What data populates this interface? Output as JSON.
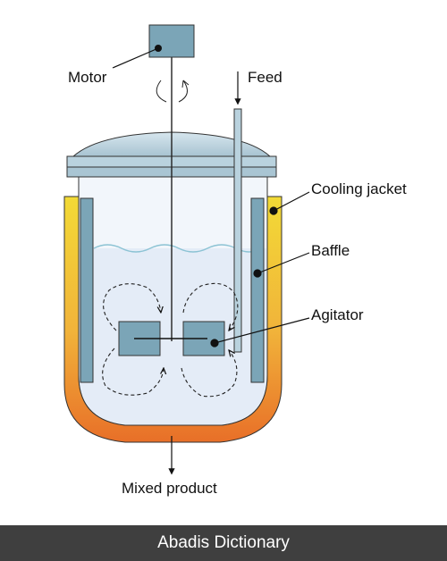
{
  "labels": {
    "motor": "Motor",
    "feed": "Feed",
    "cooling_jacket": "Cooling jacket",
    "baffle": "Baffle",
    "agitator": "Agitator",
    "mixed_product": "Mixed product"
  },
  "footer": {
    "text": "Abadis Dictionary"
  },
  "colors": {
    "jacket_top": "#f2da36",
    "jacket_bottom": "#e86f28",
    "steel": "#7ba5b7",
    "lid": "#b9d2de",
    "liquid": "#e4ecf7",
    "vessel_interior": "#f2f6fb",
    "wave": "#8cc3d4",
    "footer_bg": "#3f3f3f"
  }
}
